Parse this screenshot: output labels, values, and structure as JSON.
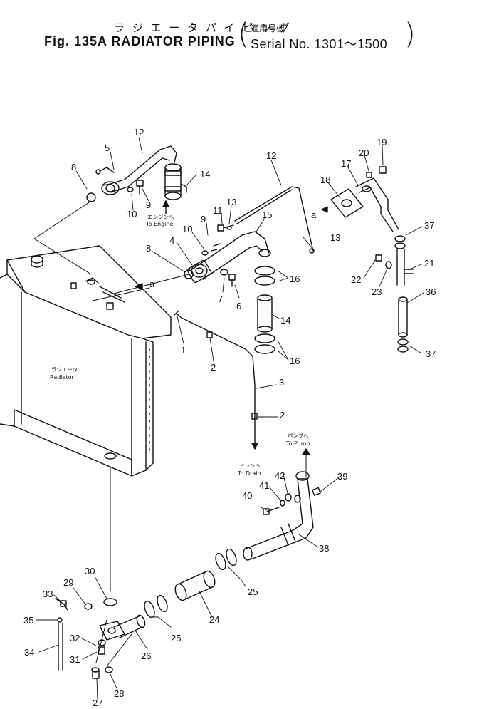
{
  "title": {
    "japanese": "ラ ジ エ ー タ  パ イ ピ ン グ",
    "applicable_jp": "適用号機",
    "figure": "Fig. 135A RADIATOR PIPING",
    "serial": "Serial No. 1301～1500"
  },
  "labels": {
    "engine_jp": "エンジンへ",
    "engine_en": "To Engine",
    "pump_jp": "ポンプへ",
    "pump_en": "To Pump",
    "drain_jp": "ドレンへ",
    "drain_en": "To Drain",
    "radiator_jp": "ラジエータ",
    "radiator_en": "Radiator",
    "ref_a": "a"
  },
  "callouts": [
    "1",
    "2",
    "3",
    "4",
    "5",
    "6",
    "7",
    "8",
    "9",
    "10",
    "11",
    "12",
    "13",
    "14",
    "15",
    "16",
    "17",
    "18",
    "19",
    "20",
    "21",
    "22",
    "23",
    "24",
    "25",
    "26",
    "27",
    "28",
    "29",
    "30",
    "31",
    "32",
    "33",
    "34",
    "35",
    "36",
    "37",
    "38",
    "39",
    "40",
    "41",
    "42"
  ]
}
